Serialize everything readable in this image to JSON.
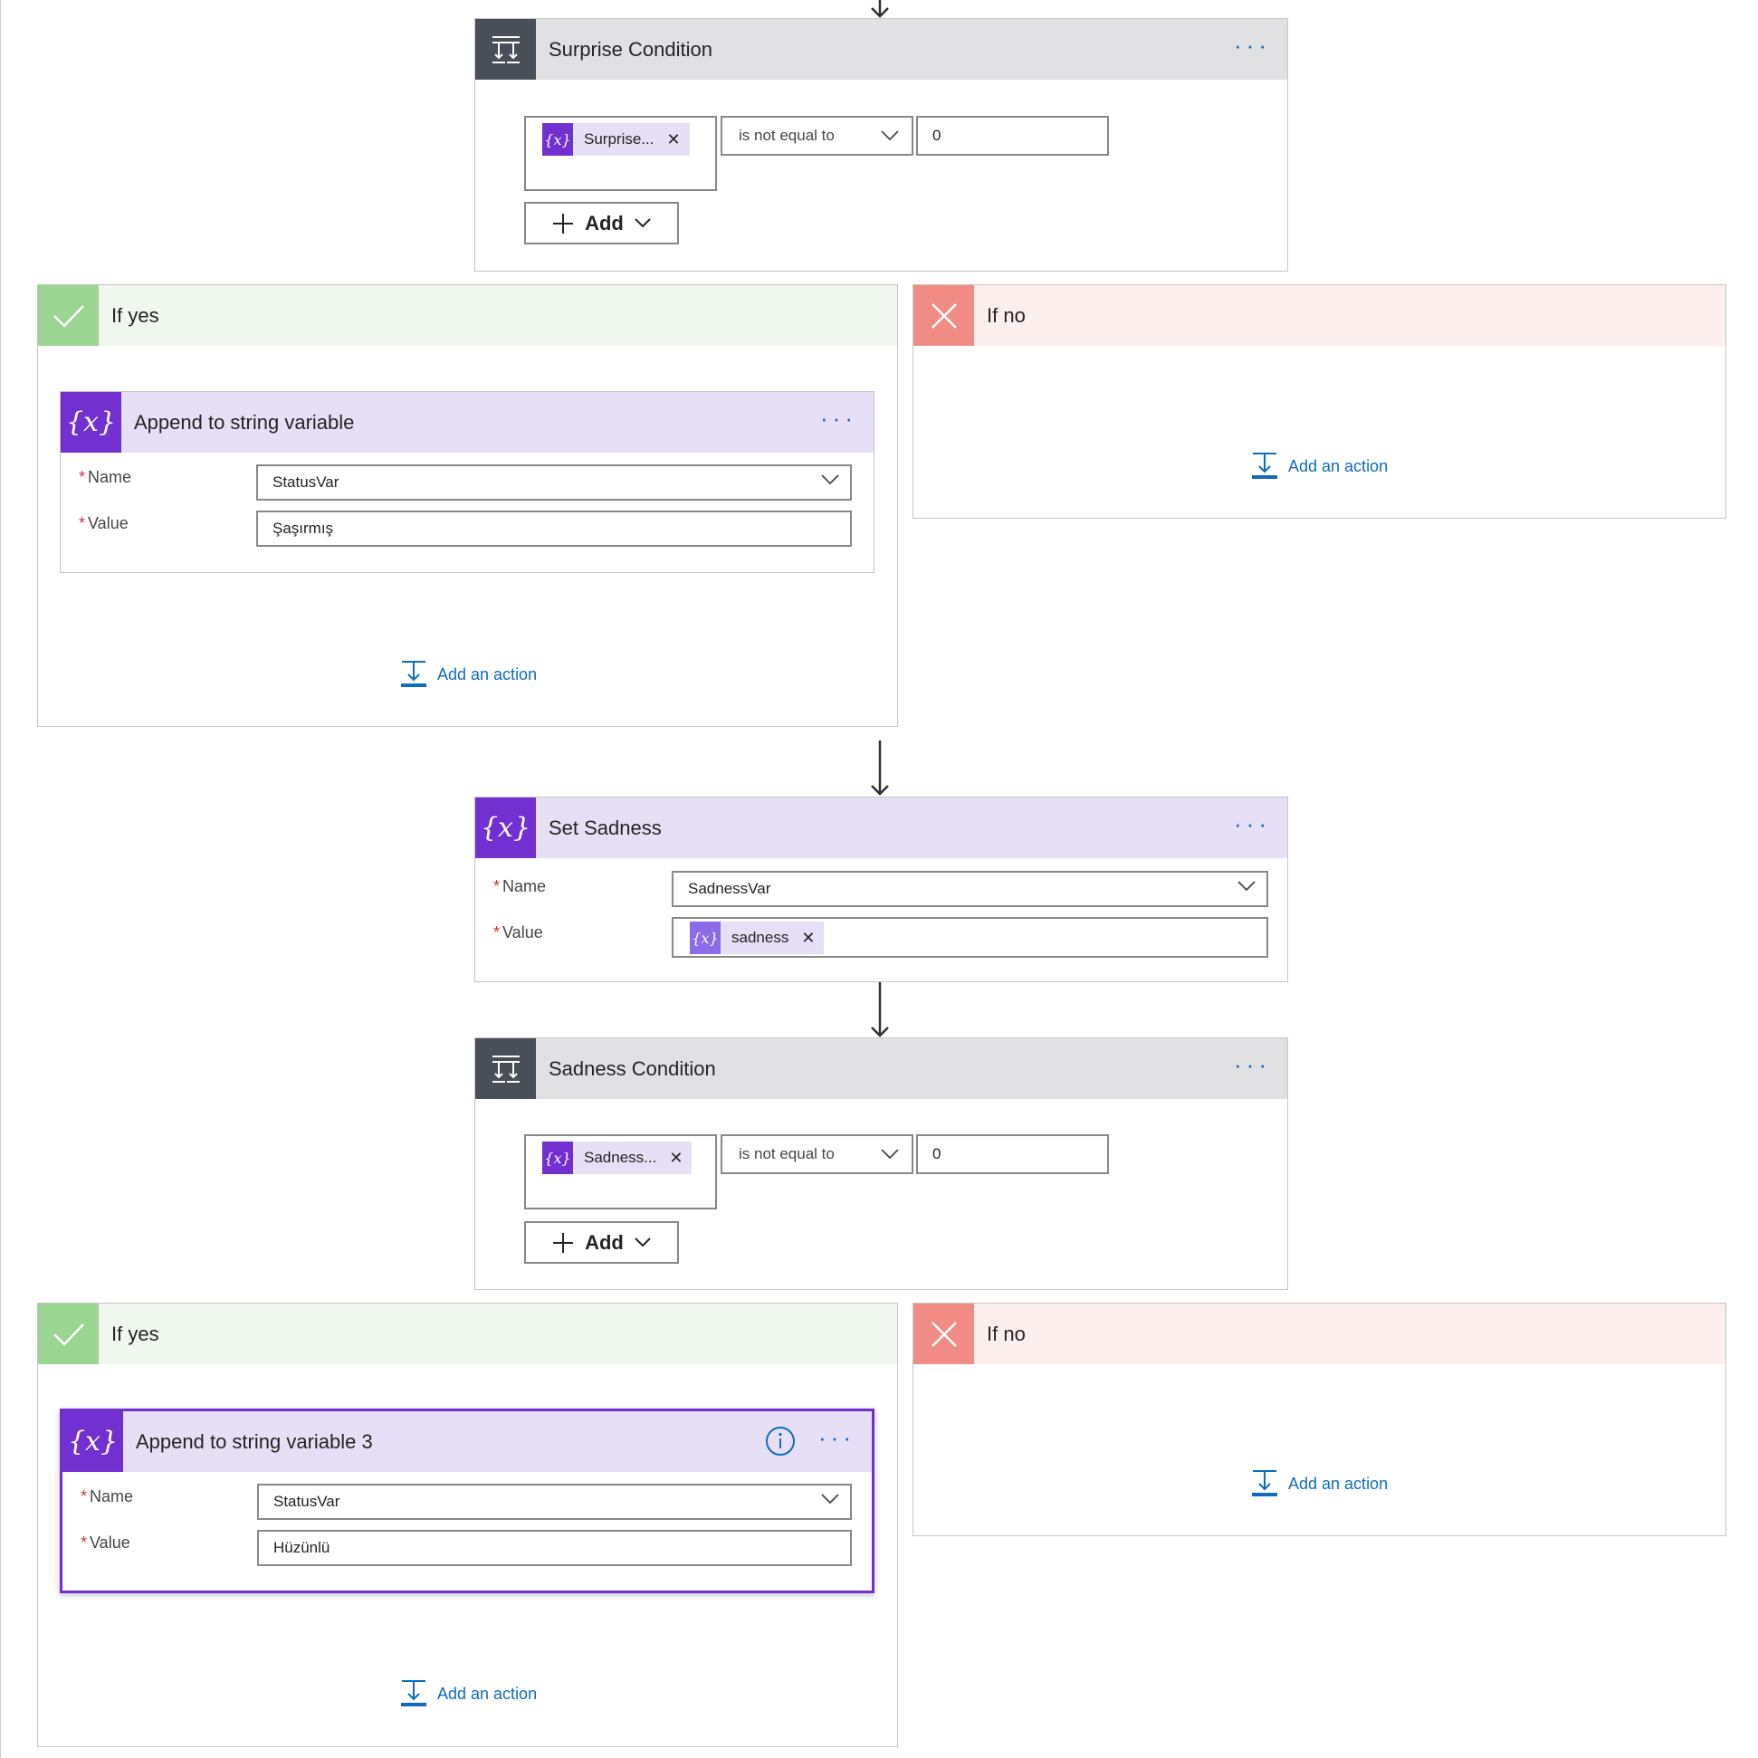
{
  "surprise_condition": {
    "title": "Surprise Condition",
    "more": "···",
    "token": "Surprise...",
    "operator": "is not equal to",
    "value": "0",
    "add_label": "Add"
  },
  "surprise_yes": {
    "header": "If yes",
    "action_title": "Append to string variable",
    "more": "···",
    "name_label": "Name",
    "name_value": "StatusVar",
    "value_label": "Value",
    "value_value": "Şaşırmış",
    "add_action": "Add an action"
  },
  "surprise_no": {
    "header": "If no",
    "add_action": "Add an action"
  },
  "set_sadness": {
    "title": "Set Sadness",
    "more": "···",
    "name_label": "Name",
    "name_value": "SadnessVar",
    "value_label": "Value",
    "value_token": "sadness"
  },
  "sadness_condition": {
    "title": "Sadness Condition",
    "more": "···",
    "token": "Sadness...",
    "operator": "is not equal to",
    "value": "0",
    "add_label": "Add"
  },
  "sadness_yes": {
    "header": "If yes",
    "action_title": "Append to string variable 3",
    "more": "···",
    "name_label": "Name",
    "name_value": "StatusVar",
    "value_label": "Value",
    "value_value": "Hüzünlü",
    "add_action": "Add an action"
  },
  "sadness_no": {
    "header": "If no",
    "add_action": "Add an action"
  },
  "glyphs": {
    "close": "✕",
    "required": "*",
    "variable": "{x}"
  },
  "colors": {
    "accent": "#0f6cbd",
    "variable_purple": "#7330d1",
    "yes_green": "#9ad591",
    "no_red": "#f08c84",
    "condition_dark": "#484f58"
  }
}
